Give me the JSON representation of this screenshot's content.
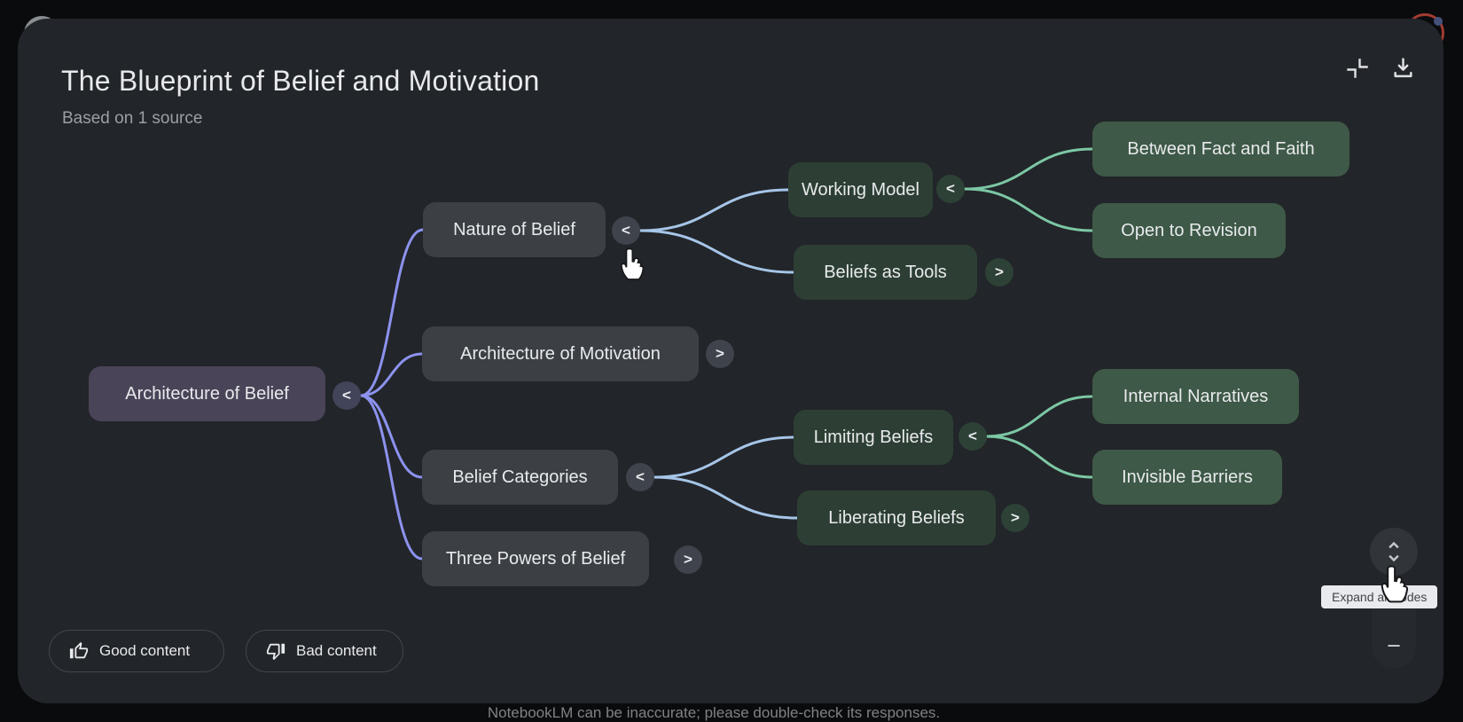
{
  "header": {
    "title": "The Blueprint of Belief and Motivation",
    "subtitle": "Based on 1 source"
  },
  "toolbar_icons": [
    "collapse-content-icon",
    "download-icon"
  ],
  "mindmap": {
    "root": {
      "label": "Architecture of Belief",
      "toggle": "<"
    },
    "children": [
      {
        "label": "Nature of Belief",
        "toggle": "<",
        "children": [
          {
            "label": "Working Model",
            "toggle": "<",
            "children": [
              {
                "label": "Between Fact and Faith"
              },
              {
                "label": "Open to Revision"
              }
            ]
          },
          {
            "label": "Beliefs as Tools",
            "toggle": ">"
          }
        ]
      },
      {
        "label": "Architecture of Motivation",
        "toggle": ">"
      },
      {
        "label": "Belief Categories",
        "toggle": "<",
        "children": [
          {
            "label": "Limiting Beliefs",
            "toggle": "<",
            "children": [
              {
                "label": "Internal Narratives"
              },
              {
                "label": "Invisible Barriers"
              }
            ]
          },
          {
            "label": "Liberating Beliefs",
            "toggle": ">"
          }
        ]
      },
      {
        "label": "Three Powers of Belief",
        "toggle": ">"
      }
    ]
  },
  "feedback": {
    "good_label": "Good content",
    "bad_label": "Bad content",
    "good_icon": "thumb-up-icon",
    "bad_icon": "thumb-down-icon"
  },
  "controls": {
    "tooltip": "Expand all nodes",
    "expand_all_icon": "unfold-more-icon",
    "zoom_in_label": "+",
    "zoom_out_label": "−"
  },
  "footer": {
    "disclaimer": "NotebookLM can be inaccurate; please double-check its responses."
  },
  "colors": {
    "page_background": "#0a0b0d",
    "panel_background": "#222529",
    "root_node": "#4a4458",
    "branch_node": "#3c4045",
    "topic_node": "#2d3f34",
    "leaf_node": "#3e5947",
    "connector_level1": "#8c92ee",
    "connector_level2": "#a6c5e8",
    "connector_level3": "#7cc7a5",
    "text_primary": "#e8eaed",
    "text_secondary": "#9aa0a6",
    "tooltip_background": "#e9eaed"
  }
}
